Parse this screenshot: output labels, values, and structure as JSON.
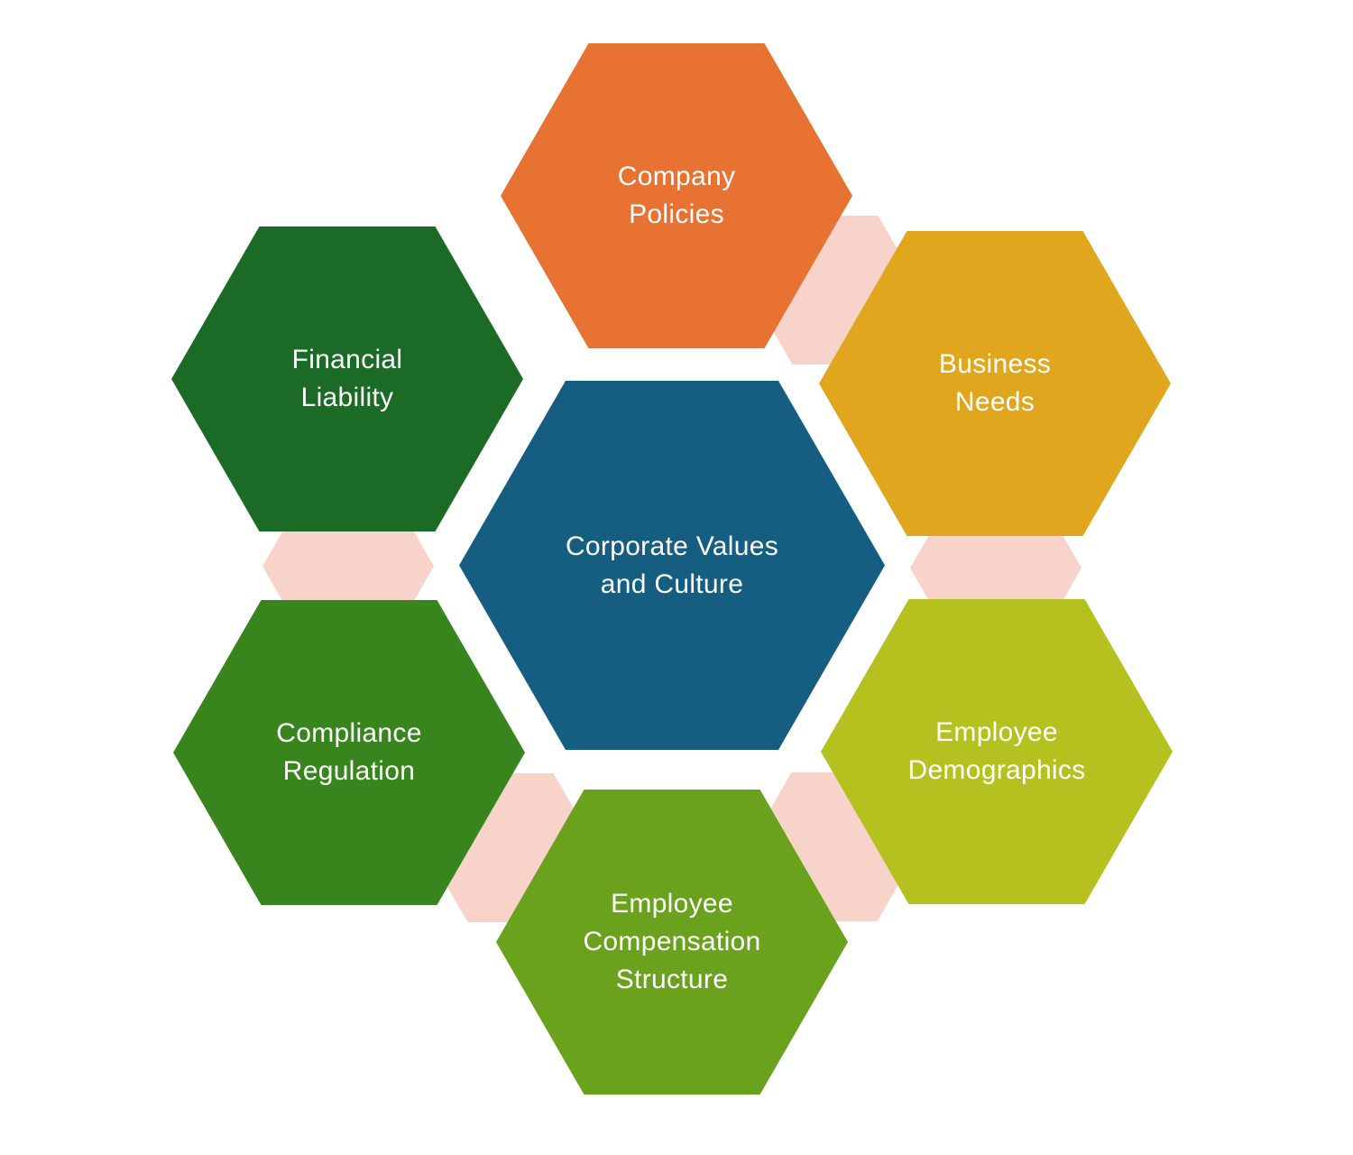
{
  "diagram": {
    "background": "#ffffff",
    "text_color": "#ffffff",
    "connector_color": "#f7d3c9",
    "center": {
      "id": "corporate-values-and-culture",
      "label": "Corporate Values\nand Culture",
      "color": "#155e82"
    },
    "nodes": [
      {
        "id": "company-policies",
        "label": "Company\nPolicies",
        "color": "#e87232"
      },
      {
        "id": "business-needs",
        "label": "Business\nNeeds",
        "color": "#e0a71e"
      },
      {
        "id": "employee-demographics",
        "label": "Employee\nDemographics",
        "color": "#b5c11e"
      },
      {
        "id": "employee-compensation-structure",
        "label": "Employee\nCompensation\nStructure",
        "color": "#6aa21e"
      },
      {
        "id": "compliance-regulation",
        "label": "Compliance\nRegulation",
        "color": "#38851e"
      },
      {
        "id": "financial-liability",
        "label": "Financial\nLiability",
        "color": "#1b6b26"
      }
    ],
    "connectors": [
      {
        "id": "connector-top-right",
        "between": [
          "company-policies",
          "business-needs"
        ]
      },
      {
        "id": "connector-right",
        "between": [
          "business-needs",
          "employee-demographics"
        ]
      },
      {
        "id": "connector-bottom-right",
        "between": [
          "employee-demographics",
          "employee-compensation-structure"
        ]
      },
      {
        "id": "connector-bottom-left",
        "between": [
          "employee-compensation-structure",
          "compliance-regulation"
        ]
      },
      {
        "id": "connector-left",
        "between": [
          "compliance-regulation",
          "financial-liability"
        ]
      }
    ]
  }
}
